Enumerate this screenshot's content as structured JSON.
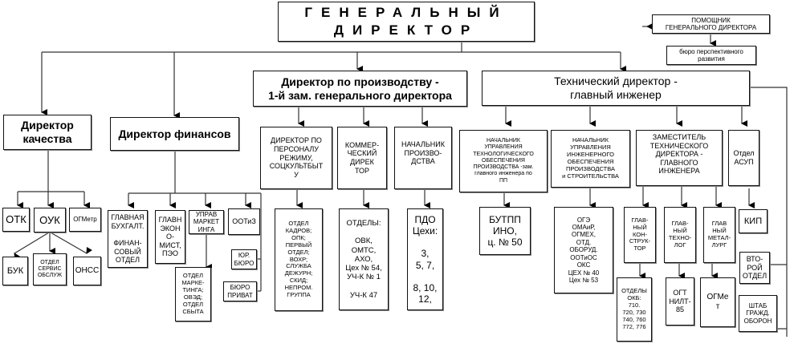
{
  "ceo": {
    "line1": "ГЕНЕРАЛЬНЫЙ",
    "line2": "ДИРЕКТОР"
  },
  "assistant": {
    "label": "ПОМОЩНИК\nГЕНЕРАЛЬНОГО  ДИРЕКТОРА"
  },
  "bureau_dev": {
    "label": "бюро  перспективного\nразвития"
  },
  "quality_director": {
    "label": "Директор\nкачества"
  },
  "quality_units": {
    "otk": "ОТК",
    "ouk": "ОУК",
    "ogmetr": "ОГМетр",
    "buk": "БУК",
    "service": "ОТДЕЛ\nСЕРВИС\nОБСЛУЖ",
    "onss": "ОНСС"
  },
  "finance_director": {
    "label": "Директор  финансов"
  },
  "finance_units": {
    "accounting": "ГЛАВНАЯ\nБУХГАЛТ.\n\nФИНАН-\nСОВЫЙ\nОТДЕЛ",
    "economist": "ГЛАВН\nЭКОН\nО-\nМИСТ,\nПЭО",
    "marketing_mgmt": "УПРАВ\nМАРКЕТ\nИНГА",
    "ootiz": "ООТиЗ",
    "marketing_dept": "ОТДЕЛ\nМАРКЕ-\nТИНГА;\nОВЭД;\nОТДЕЛ\nСБЫТА",
    "legal": "ЮР.\nБЮРО",
    "privat": "БЮРО\nПРИВАТ"
  },
  "production_director": {
    "label": "Директор  по  производству -\n1-й зам. генерального директора"
  },
  "production_units": {
    "personnel_director": "ДИРЕКТОР  ПО\nПЕРСОНАЛУ\nРЕЖИМУ,\nСОЦКУЛЬТБЫТ\nУ",
    "personnel_depts": "ОТДЕЛ\nКАДРОВ;\nОПК;\nПЕРВЫЙ\nОТДЕЛ;\nВОХР;\nСЛУЖБА\nДЕЖУРН;\nСКИД;\nНЕПРОМ.\nГРУППА",
    "commercial_director": "КОММЕР-\nЧЕСКИЙ\nДИРЕК\nТОР",
    "commercial_depts": "ОТДЕЛЫ:\n\nОВК,\nОМТС,\nАХО,\nЦех № 54,\nУЧ-К № 1\n\nУЧ-К  47",
    "production_head": "НАЧАЛЬНИК\nПРОИЗВО-\nДСТВА",
    "production_shops": "ПДО\nЦехи:\n\n3,\n5, 7,\n\n8, 10,\n12,"
  },
  "technical_director": {
    "label": "Технический  директор -\nглавный  инженер"
  },
  "technical_units": {
    "tech_support_head": "НАЧАЛЬНИК\nУПРАВЛЕНИЯ\nТЕХНОЛОГИЧЕСКОГО\nОБЕСПЕЧЕНИЯ\nПРОИЗВОДСТВА -зам.\nглавного  инженера по\nПП",
    "butpp": "БУТПП\nИНО,\nц. № 50",
    "eng_support_head": "НАЧАЛЬНИК\nУПРАВЛЕНИЯ\nИНЖЕНЕРНОГО\nОБЕСПЕЧЕНИЯ\nПРОИЗВОДСТВА\nи  СТРОИТЕЛЬСТВА",
    "eng_depts": "ОГЭ\nОМАиР,\nОГМЕХ,\nОТД.\nОБОРУД.\nООТиОС\nОКС\nЦЕХ № 40\nЦех № 53",
    "deputy_chief_engineer": "ЗАМЕСТИТЕЛЬ\nТЕХНИЧЕСКОГО\nДИРЕКТОРА -\nГЛАВНОГО\nИНЖЕНЕРА",
    "chief_designer": "ГЛАВ-\nНЫЙ\nКОН-\nСТРУК-\nТОР",
    "chief_technologist": "ГЛАВ-\nНЫЙ\nТЕХНО-\nЛОГ",
    "chief_metallurgist": "ГЛАВ\nНЫЙ\nМЕТАЛ-\nЛУРГ",
    "okb_depts": "ОТДЕЛЫ\nОКБ:\n710.\n720,  730\n740,  760\n772,  776",
    "ogt": "ОГТ\nНИЛТ-\n85",
    "ogmet": "ОГМе\nт",
    "asup": "Отдел\nАСУП",
    "kip": "КИП",
    "second_dept": "ВТО-\nРОЙ\nОТДЕЛ",
    "civil_defense": "ШТАБ\nГРАЖД.\nОБОРОН"
  }
}
